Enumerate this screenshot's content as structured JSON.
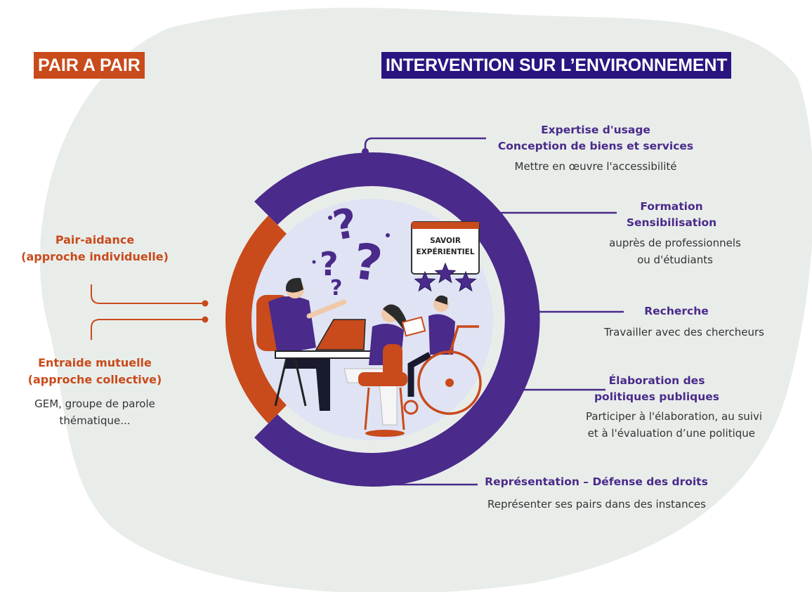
{
  "left_section": {
    "tag": "PAIR A PAIR",
    "items": [
      {
        "title_lines": [
          "Pair-aidance",
          "(approche individuelle)"
        ]
      },
      {
        "title_lines": [
          "Entraide mutuelle",
          "(approche collective)"
        ],
        "desc_lines": [
          "GEM, groupe de parole",
          "thématique..."
        ]
      }
    ]
  },
  "right_section": {
    "tag": "INTERVENTION SUR L’ENVIRONNEMENT",
    "items": [
      {
        "title_lines": [
          "Expertise d'usage",
          "Conception de biens et services"
        ],
        "desc_lines": [
          "Mettre en œuvre l'accessibilité"
        ]
      },
      {
        "title_lines": [
          "Formation",
          "Sensibilisation"
        ],
        "desc_lines": [
          "auprès de professionnels",
          "ou d'étudiants"
        ]
      },
      {
        "title_lines": [
          "Recherche"
        ],
        "desc_lines": [
          "Travailler avec des chercheurs"
        ]
      },
      {
        "title_lines": [
          "Élaboration des",
          "politiques publiques"
        ],
        "desc_lines": [
          "Participer à l'élaboration, au suivi",
          "et à l'évaluation d’une politique"
        ]
      },
      {
        "title_lines": [
          "Représentation – Défense des droits"
        ],
        "desc_lines": [
          "Représenter ses pairs dans des instances"
        ]
      }
    ]
  },
  "illustration": {
    "sign_lines": [
      "SAVOIR",
      "EXPÉRIENTIEL"
    ],
    "stars": 3
  },
  "colors": {
    "purple": "#4a2a8a",
    "orange": "#c94a1b",
    "navy": "#2a1480",
    "background_blob": "#e9edea"
  }
}
